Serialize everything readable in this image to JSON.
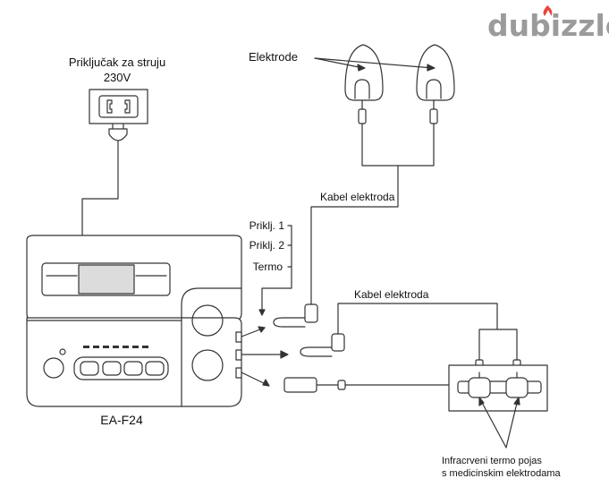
{
  "watermark": {
    "text": "dubizzle",
    "flame_color": "#e8463b",
    "text_color": "#9b9b9b"
  },
  "labels": {
    "socket_title": "Priključak za struju",
    "socket_voltage": "230V",
    "electrodes": "Elektrode",
    "cable_top": "Kabel elektroda",
    "cable_mid": "Kabel elektroda",
    "port1": "Priklj. 1",
    "port2": "Priklj. 2",
    "port3": "Termo",
    "device_model": "EA-F24",
    "belt_line1": "Infracrveni termo pojas",
    "belt_line2": "s medicinskim elektrodama"
  },
  "colors": {
    "line": "#333333",
    "fill": "#ffffff",
    "screen": "#dcdcdc"
  }
}
